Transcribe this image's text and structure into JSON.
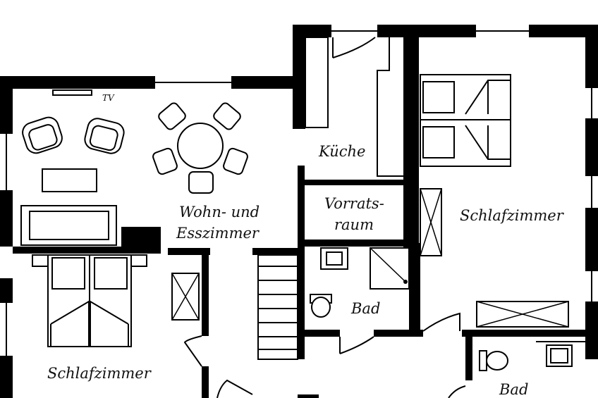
{
  "plan": {
    "rooms": {
      "living": {
        "line1": "Wohn- und",
        "line2": "Esszimmer"
      },
      "kitchen": "Küche",
      "pantry": {
        "line1": "Vorrats-",
        "line2": "raum"
      },
      "bedroom_right": "Schlafzimmer",
      "bedroom_left": "Schlafzimmer",
      "bath_center": "Bad",
      "bath_right": "Bad"
    },
    "tv_label": "TV"
  }
}
